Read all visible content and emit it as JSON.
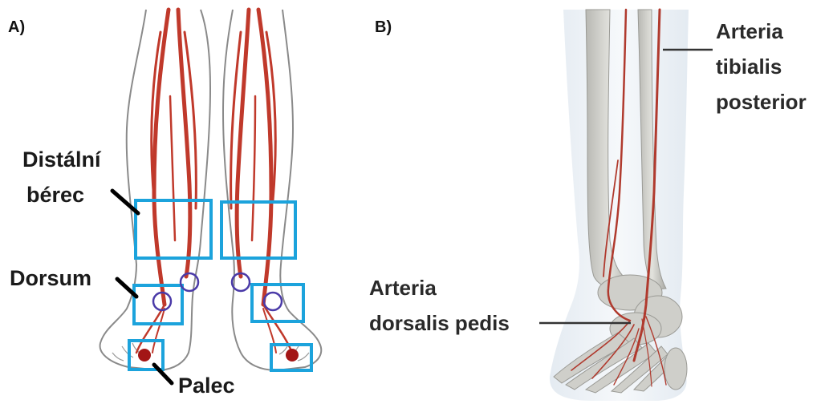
{
  "panel_a": {
    "letter": "A)",
    "labels": {
      "distal_line1": "Distální",
      "distal_line2": "bérec",
      "dorsum": "Dorsum",
      "palec": "Palec"
    }
  },
  "panel_b": {
    "letter": "B)",
    "labels": {
      "tibialis_line1": "Arteria",
      "tibialis_line2": "tibialis",
      "tibialis_line3": "posterior",
      "dorsalis_line1": "Arteria",
      "dorsalis_line2": "dorsalis pedis"
    }
  },
  "colors": {
    "artery": "#c0392b",
    "box": "#1ca3dc",
    "circle": "#4a3aa8",
    "toe_dot": "#a31616",
    "outline": "#8a8a8a",
    "bone": "#c9c9c4"
  }
}
